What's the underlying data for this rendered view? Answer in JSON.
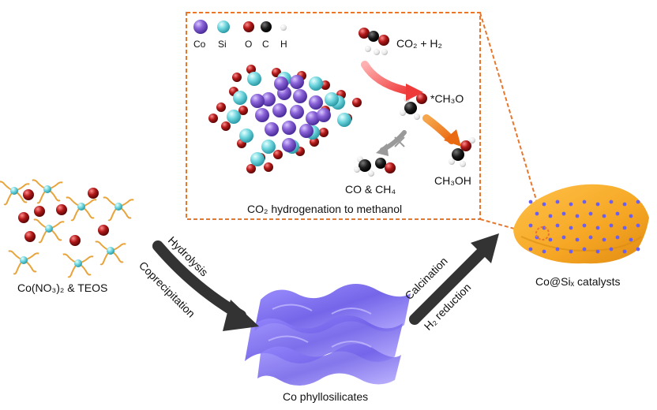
{
  "legend": [
    {
      "symbol": "Co",
      "color": "#8a63d8"
    },
    {
      "symbol": "Si",
      "color": "#6fd6de"
    },
    {
      "symbol": "O",
      "color": "#b01818"
    },
    {
      "symbol": "C",
      "color": "#111111"
    },
    {
      "symbol": "H",
      "color": "#eeeeee"
    }
  ],
  "labels": {
    "precursor": "Co(NO₃)₂ & TEOS",
    "phyllosilicates": "Co phyllosilicates",
    "catalyst": "Co@Siₓ catalysts",
    "hydrolysis": "Hydrolysis",
    "coprecipitation": "Coprecipitation",
    "calcination": "Calcination",
    "h2_reduction": "H₂ reduction",
    "reactant": "CO₂ + H₂",
    "intermediate": "*CH₃O",
    "product": "CH₃OH",
    "byproduct": "CO & CH₄",
    "inset_caption": "CO₂ hydrogenation to methanol"
  },
  "colors": {
    "inset_border": "#e8772e",
    "cobalt": "#8a63d8",
    "silicon": "#6fd6de",
    "oxygen": "#b01818",
    "catalyst_surface": "#f5a623",
    "phyllosilicate": "#7b6cf0",
    "arrow_dark": "#333333",
    "arrow_red": "#ef4a4a",
    "arrow_orange": "#ef7b2a"
  }
}
